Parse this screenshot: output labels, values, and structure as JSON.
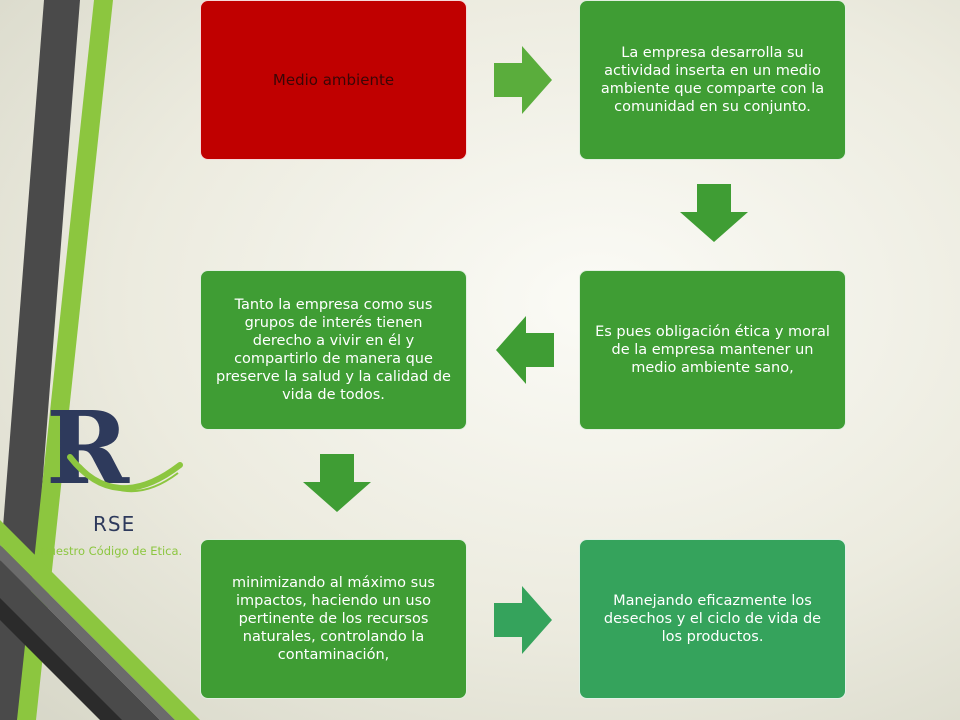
{
  "slide": {
    "boxes": [
      {
        "id": "box-1",
        "text": "Medio ambiente"
      },
      {
        "id": "box-2",
        "text": "La empresa desarrolla su actividad inserta en un medio ambiente que comparte con la comunidad en su conjunto."
      },
      {
        "id": "box-3",
        "text": "Es pues obligación ética y moral de la empresa mantener un medio ambiente sano,"
      },
      {
        "id": "box-4",
        "text": "Tanto la empresa como sus grupos de interés tienen derecho a vivir en él y compartirlo de manera que preserve la salud y la calidad de vida de todos."
      },
      {
        "id": "box-5",
        "text": "minimizando al máximo sus impactos, haciendo un uso pertinente de los recursos naturales, controlando la contaminación,"
      },
      {
        "id": "box-6",
        "text": "Manejando eficazmente los desechos y el ciclo de vida de los productos."
      }
    ]
  },
  "logo": {
    "letter": "R",
    "name": "RSE",
    "tagline": "Nuestro Código de Etica."
  },
  "colors": {
    "red_box": "#c00000",
    "green_box": "#3f9d34",
    "teal_green_box": "#35a35c",
    "arrow_green": "#5aad3c",
    "logo_navy": "#2e3a5c",
    "logo_lime": "#8cc63f"
  }
}
